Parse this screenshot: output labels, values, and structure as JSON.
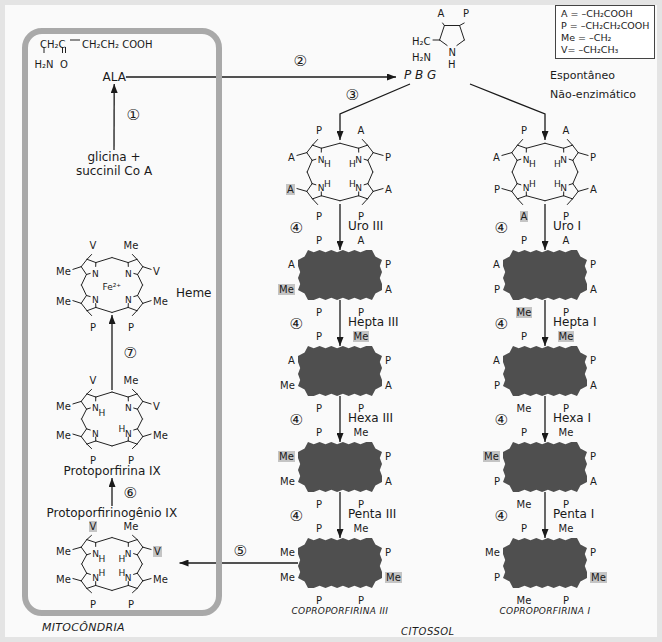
{
  "diagram": {
    "nodes": [
      {
        "text": [
          "MITOCÔNDRIA"
        ]
      },
      {
        "text": [
          "ALA"
        ],
        "in": 0
      },
      {
        "text": [
          "glicina + succinil Co A"
        ],
        "in": 0
      },
      {
        "text": [
          "Heme"
        ],
        "in": 0
      },
      {
        "text": [
          "Protoporfirina IX"
        ],
        "in": 0
      },
      {
        "text": [
          "Protoporfirinogênio IX"
        ],
        "in": 0
      },
      {
        "text": [
          "A = –CH₂COOH",
          "P = –CH₂CH₂COOH",
          "Me = –CH₂",
          "V= –CH₂CH₃"
        ]
      },
      {
        "text": [
          "P B G"
        ]
      },
      {
        "text": [
          "Uro III"
        ]
      },
      {
        "text": [
          "Uro I"
        ]
      },
      {
        "text": [
          "Hepta III"
        ]
      },
      {
        "text": [
          "Hepta I"
        ]
      },
      {
        "text": [
          "Hexa III"
        ]
      },
      {
        "text": [
          "Hexa I"
        ]
      },
      {
        "text": [
          "Penta III"
        ]
      },
      {
        "text": [
          "Penta I"
        ]
      },
      {
        "text": [
          "COPROPORFIRINA III"
        ]
      },
      {
        "text": [
          "COPROPORFIRINA I"
        ]
      }
    ],
    "edges": [
      {
        "from": 2,
        "to": 1,
        "arrow": "to",
        "label": "①"
      },
      {
        "from": 1,
        "to": 7,
        "arrow": "to",
        "label": "②"
      },
      {
        "from": 7,
        "to": 8,
        "arrow": "to",
        "label": "③"
      },
      {
        "from": 7,
        "to": 9,
        "arrow": "to",
        "label": "Espontâneo Não-enzimático"
      },
      {
        "from": 8,
        "to": 10,
        "arrow": "to",
        "label": "④"
      },
      {
        "from": 10,
        "to": 12,
        "arrow": "to",
        "label": "④"
      },
      {
        "from": 12,
        "to": 14,
        "arrow": "to",
        "label": "④"
      },
      {
        "from": 14,
        "to": 16,
        "arrow": "to",
        "label": "④"
      },
      {
        "from": 9,
        "to": 11,
        "arrow": "to",
        "label": "④"
      },
      {
        "from": 11,
        "to": 13,
        "arrow": "to",
        "label": "④"
      },
      {
        "from": 13,
        "to": 15,
        "arrow": "to",
        "label": "④"
      },
      {
        "from": 15,
        "to": 17,
        "arrow": "to",
        "label": "④"
      },
      {
        "from": 16,
        "to": 5,
        "arrow": "to",
        "label": "⑤"
      },
      {
        "from": 5,
        "to": 4,
        "arrow": "to",
        "label": "⑥"
      },
      {
        "from": 4,
        "to": 3,
        "arrow": "to",
        "label": "⑦"
      }
    ],
    "labels": [
      "CH₂C",
      "CH₂CH₂ COOH",
      "H₂N",
      "O",
      "A",
      "P",
      "H₂C",
      "H₂N",
      "N",
      "H",
      "A",
      "P",
      "A",
      "P",
      "A",
      "P",
      "P",
      "A",
      "N",
      "N",
      "N",
      "N",
      "H",
      "H",
      "H",
      "H",
      "A",
      "P",
      "A",
      "P",
      "A",
      "P",
      "A",
      "P",
      "N",
      "N",
      "N",
      "N",
      "H",
      "H",
      "H",
      "H",
      "A",
      "P",
      "A",
      "P",
      "A",
      "P",
      "P",
      "Me",
      "A",
      "P",
      "A",
      "P",
      "A",
      "P",
      "Me",
      "P",
      "A",
      "P",
      "Me",
      "P",
      "A",
      "P",
      "P",
      "Me",
      "A",
      "P",
      "Me",
      "P",
      "A",
      "P",
      "Me",
      "P",
      "Me",
      "P",
      "Me",
      "P",
      "A",
      "P",
      "P",
      "Me",
      "Me",
      "P",
      "Me",
      "P",
      "A",
      "P",
      "Me",
      "P",
      "Me",
      "P",
      "Me",
      "P",
      "Me",
      "P",
      "P",
      "Me",
      "Me",
      "P",
      "Me",
      "P",
      "Me",
      "P",
      "Me",
      "P",
      "Me",
      "V",
      "Me",
      "V",
      "Me",
      "P",
      "P",
      "Me",
      "N",
      "N",
      "N",
      "N",
      "Fe²⁺",
      "Me",
      "V",
      "Me",
      "V",
      "Me",
      "P",
      "P",
      "Me",
      "N",
      "N",
      "N",
      "N",
      "H",
      "H",
      "Me",
      "V",
      "Me",
      "V",
      "Me",
      "P",
      "P",
      "Me",
      "N",
      "N",
      "N",
      "N",
      "H",
      "H",
      "H",
      "H",
      "CITOSSOL"
    ]
  }
}
